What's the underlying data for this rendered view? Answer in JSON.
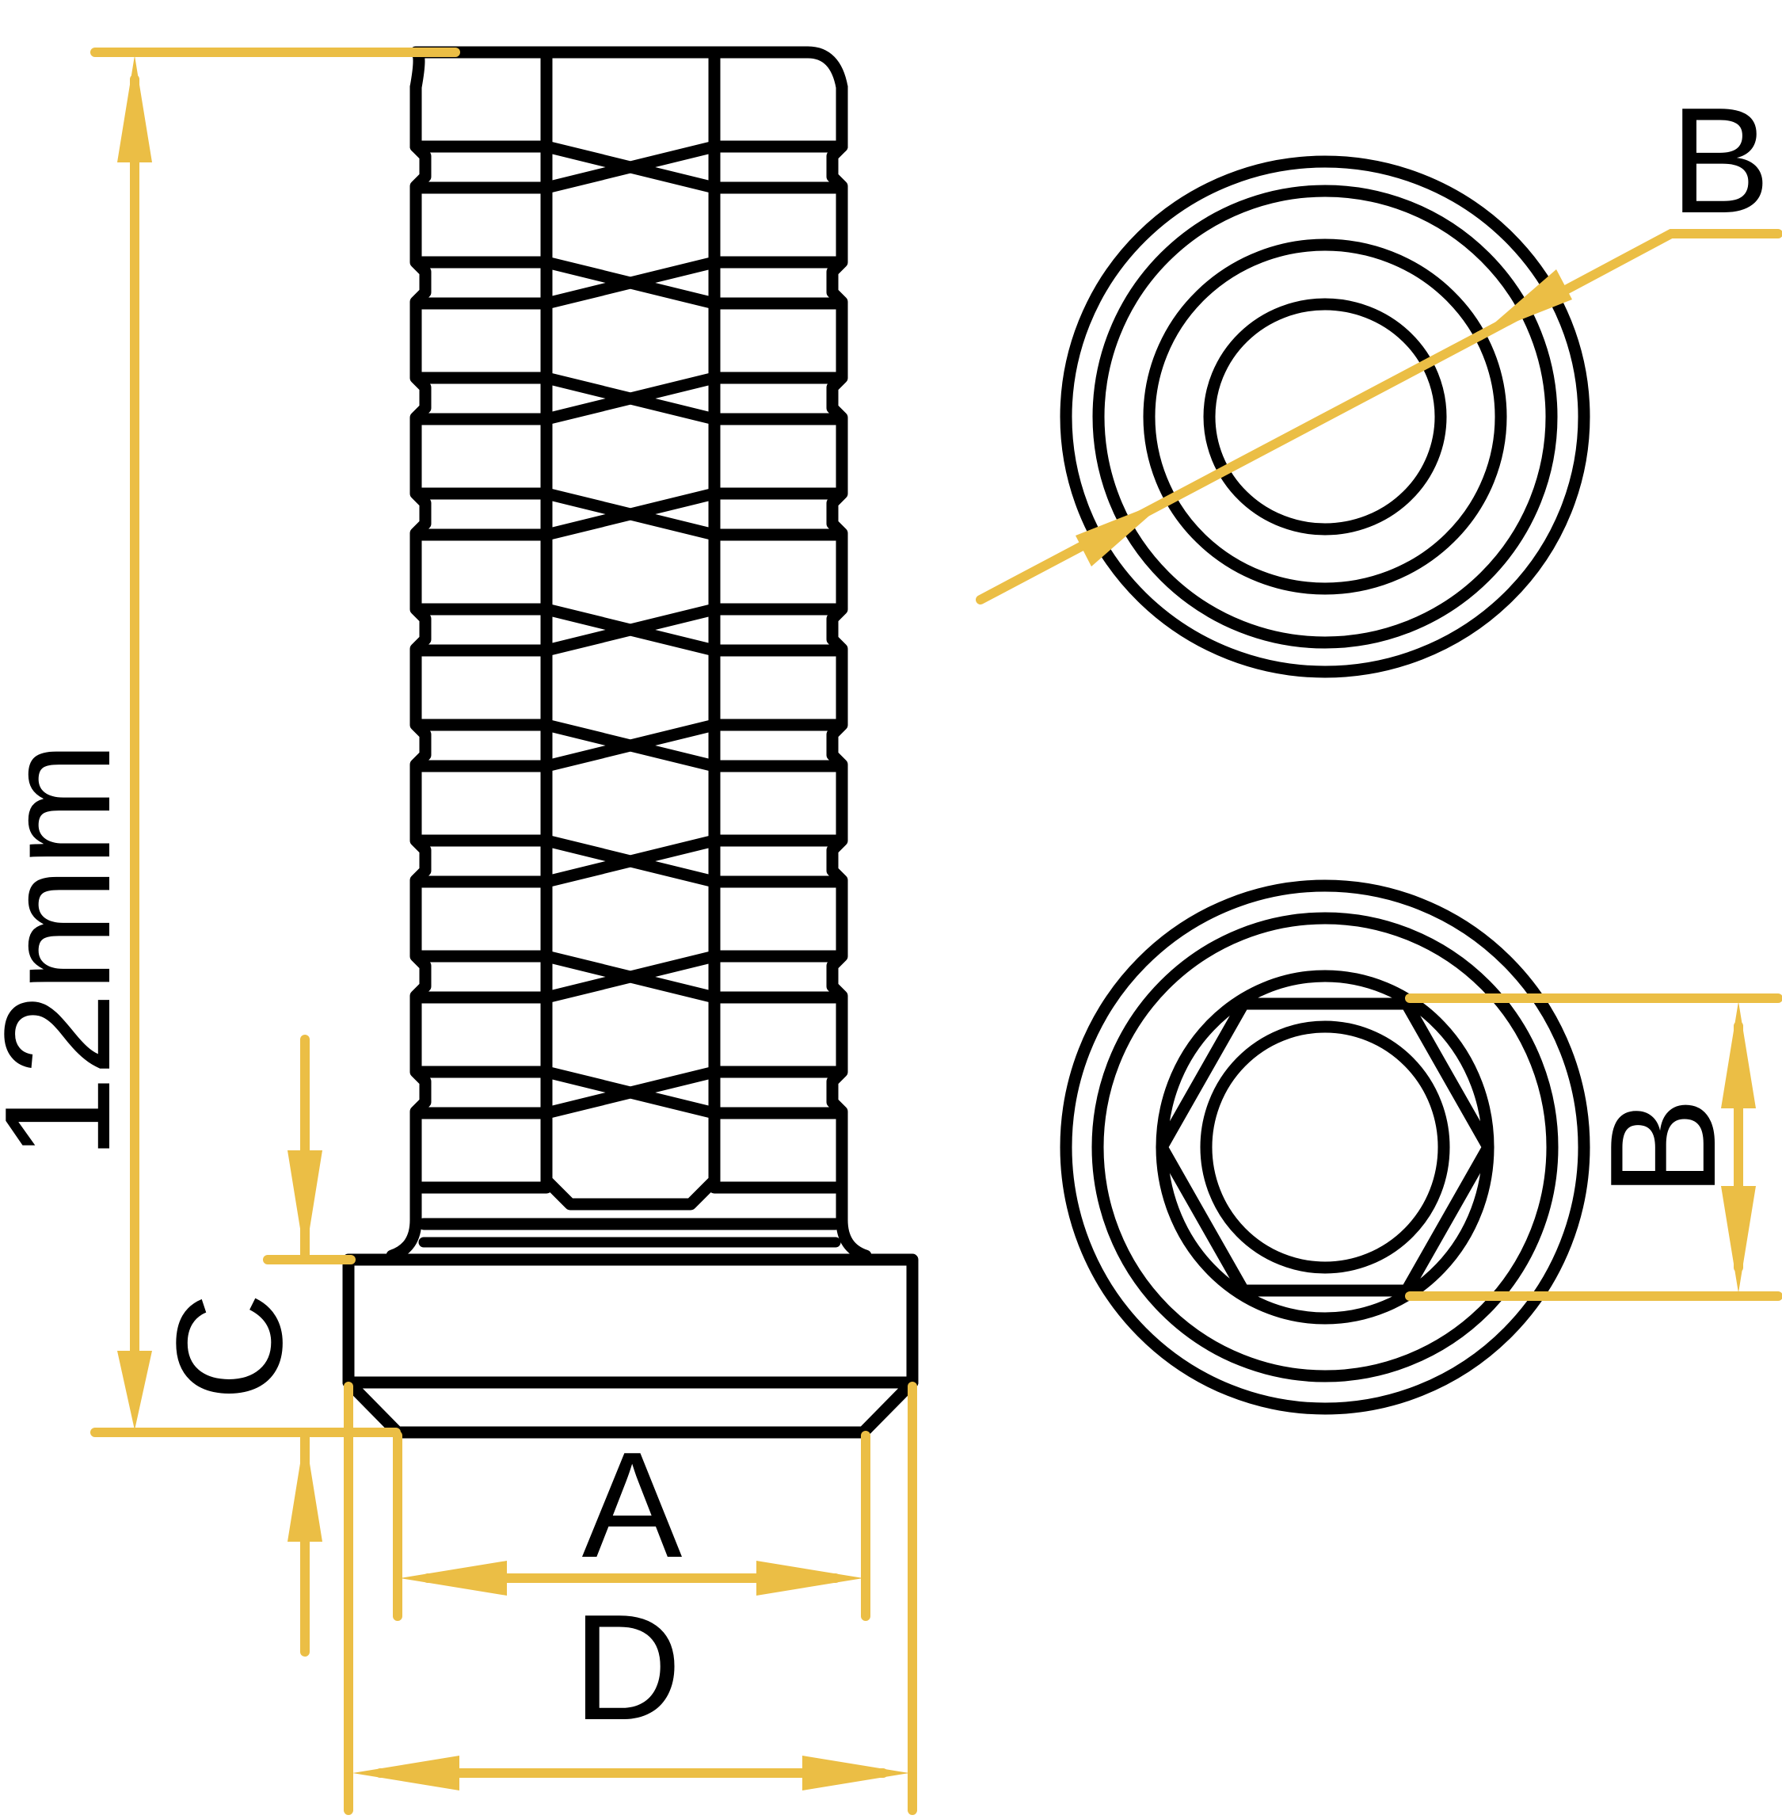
{
  "colors": {
    "outline": "#000000",
    "dimension": "#ebbe45",
    "background": "#ffffff"
  },
  "labels": {
    "length": "12mm",
    "head_height": "C",
    "thread_diameter": "A",
    "head_diameter": "D",
    "top_view_diameter": "B",
    "hex_across_flats": "B"
  }
}
